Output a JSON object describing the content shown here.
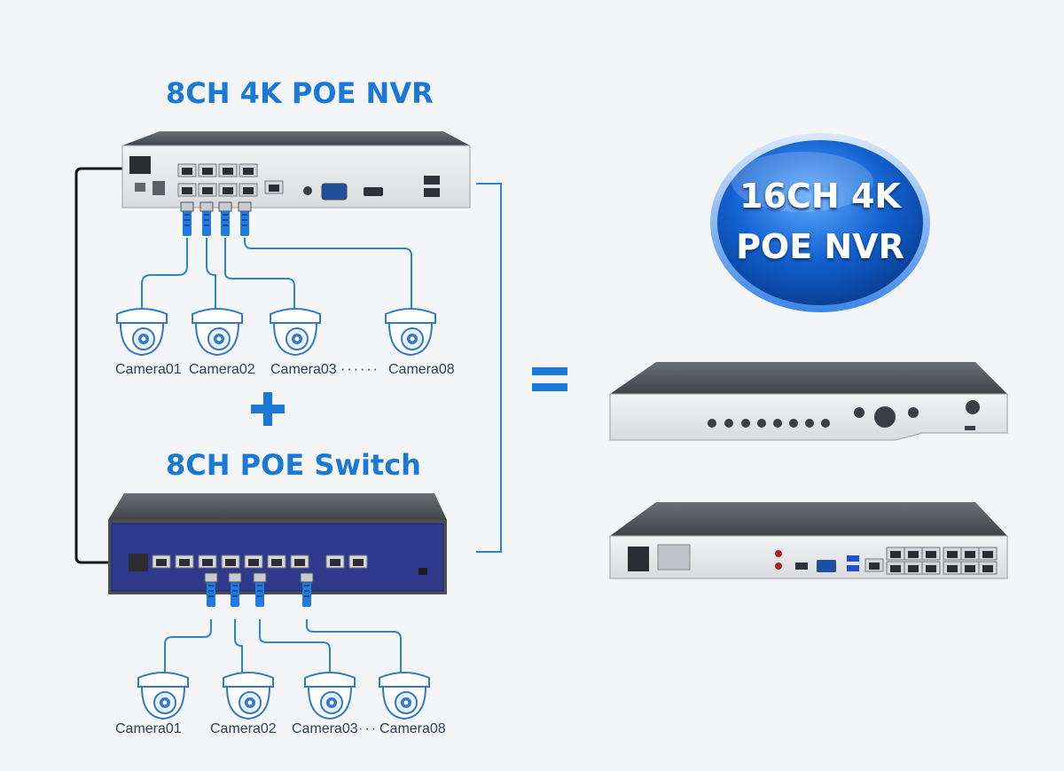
{
  "nvr8": {
    "title": "8CH 4K POE NVR",
    "cameras": [
      "Camera01",
      "Camera02",
      "Camera03",
      "Camera08"
    ],
    "dots": "······"
  },
  "plus": "+",
  "switch8": {
    "title": "8CH POE Switch",
    "cameras": [
      "Camera01",
      "Camera02",
      "Camera03",
      "Camera08"
    ],
    "dots": "···"
  },
  "equals": "=",
  "badge": {
    "line1": "16CH 4K",
    "line2": "POE NVR"
  },
  "colors": {
    "title": "#1a78d6",
    "wire": "#2a86d4",
    "badge": "#0e4fb0",
    "device": "#4a4e55",
    "panel": "#2f3a8c"
  }
}
